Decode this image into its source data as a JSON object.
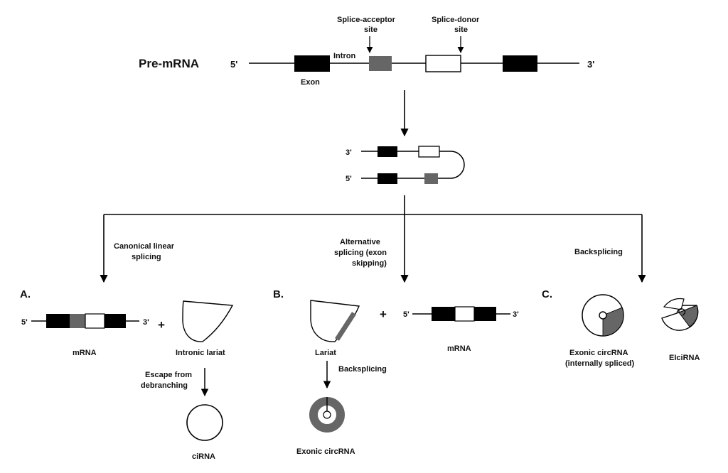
{
  "premrna": {
    "title": "Pre-mRNA",
    "five_prime": "5'",
    "three_prime": "3'",
    "exon_label": "Exon",
    "intron_label": "Intron",
    "acceptor_label_1": "Splice-acceptor",
    "acceptor_label_2": "site",
    "donor_label_1": "Splice-donor",
    "donor_label_2": "site"
  },
  "loop": {
    "three_prime": "3'",
    "five_prime": "5'"
  },
  "branches": {
    "canonical_1": "Canonical linear",
    "canonical_2": "splicing",
    "alternative_1": "Alternative",
    "alternative_2": "splicing (exon",
    "alternative_3": "skipping)",
    "backsplicing": "Backsplicing"
  },
  "section_a": {
    "letter": "A.",
    "five_prime": "5'",
    "three_prime": "3'",
    "plus": "+",
    "mrna_label": "mRNA",
    "lariat_label": "Intronic lariat",
    "escape_1": "Escape from",
    "escape_2": "debranching",
    "cirna_label": "ciRNA"
  },
  "section_b": {
    "letter": "B.",
    "five_prime": "5'",
    "three_prime": "3'",
    "plus": "+",
    "lariat_label": "Lariat",
    "backsplicing_label": "Backsplicing",
    "mrna_label": "mRNA",
    "circ_label": "Exonic circRNA"
  },
  "section_c": {
    "letter": "C.",
    "circ_label_1": "Exonic circRNA",
    "circ_label_2": "(internally spliced)",
    "eicirna_label": "EIciRNA"
  },
  "colors": {
    "exon": "#000000",
    "grey_exon": "#666666",
    "line": "#000000"
  }
}
